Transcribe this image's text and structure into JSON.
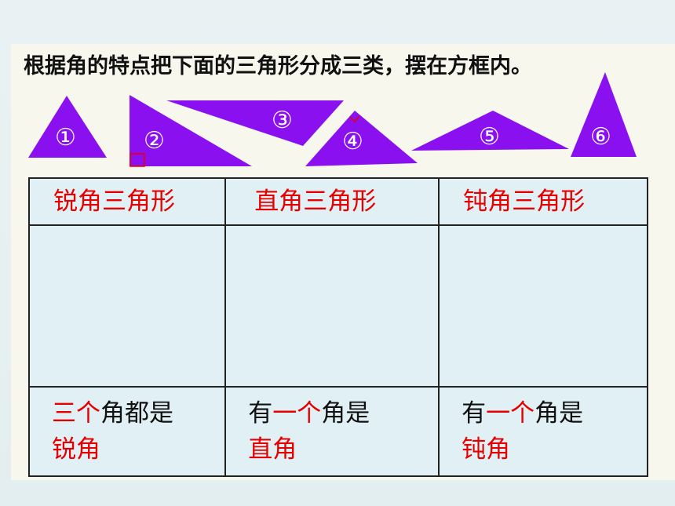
{
  "instruction": "根据角的特点把下面的三角形分成三类，摆在方框内。",
  "triangles": [
    {
      "label": "①",
      "color": "#8a10f0"
    },
    {
      "label": "②",
      "color": "#8a10f0"
    },
    {
      "label": "③",
      "color": "#8a10f0"
    },
    {
      "label": "④",
      "color": "#8a10f0"
    },
    {
      "label": "⑤",
      "color": "#8a10f0"
    },
    {
      "label": "⑥",
      "color": "#8a10f0"
    }
  ],
  "table": {
    "headers": [
      "锐角三角形",
      "直角三角形",
      "钝角三角形"
    ],
    "descriptions": [
      {
        "part1_red": "三个",
        "part2": "角都是",
        "part3_red": "锐角"
      },
      {
        "part1": "有",
        "part2_red": "一个",
        "part3": "角是",
        "part4_red": "直角"
      },
      {
        "part1": "有",
        "part2_red": "一个",
        "part3": "角是",
        "part4_red": "钝角"
      }
    ]
  },
  "colors": {
    "accent_red": "#e60000",
    "triangle_fill": "#8a10f0",
    "cell_bg": "#e1f0f4"
  }
}
